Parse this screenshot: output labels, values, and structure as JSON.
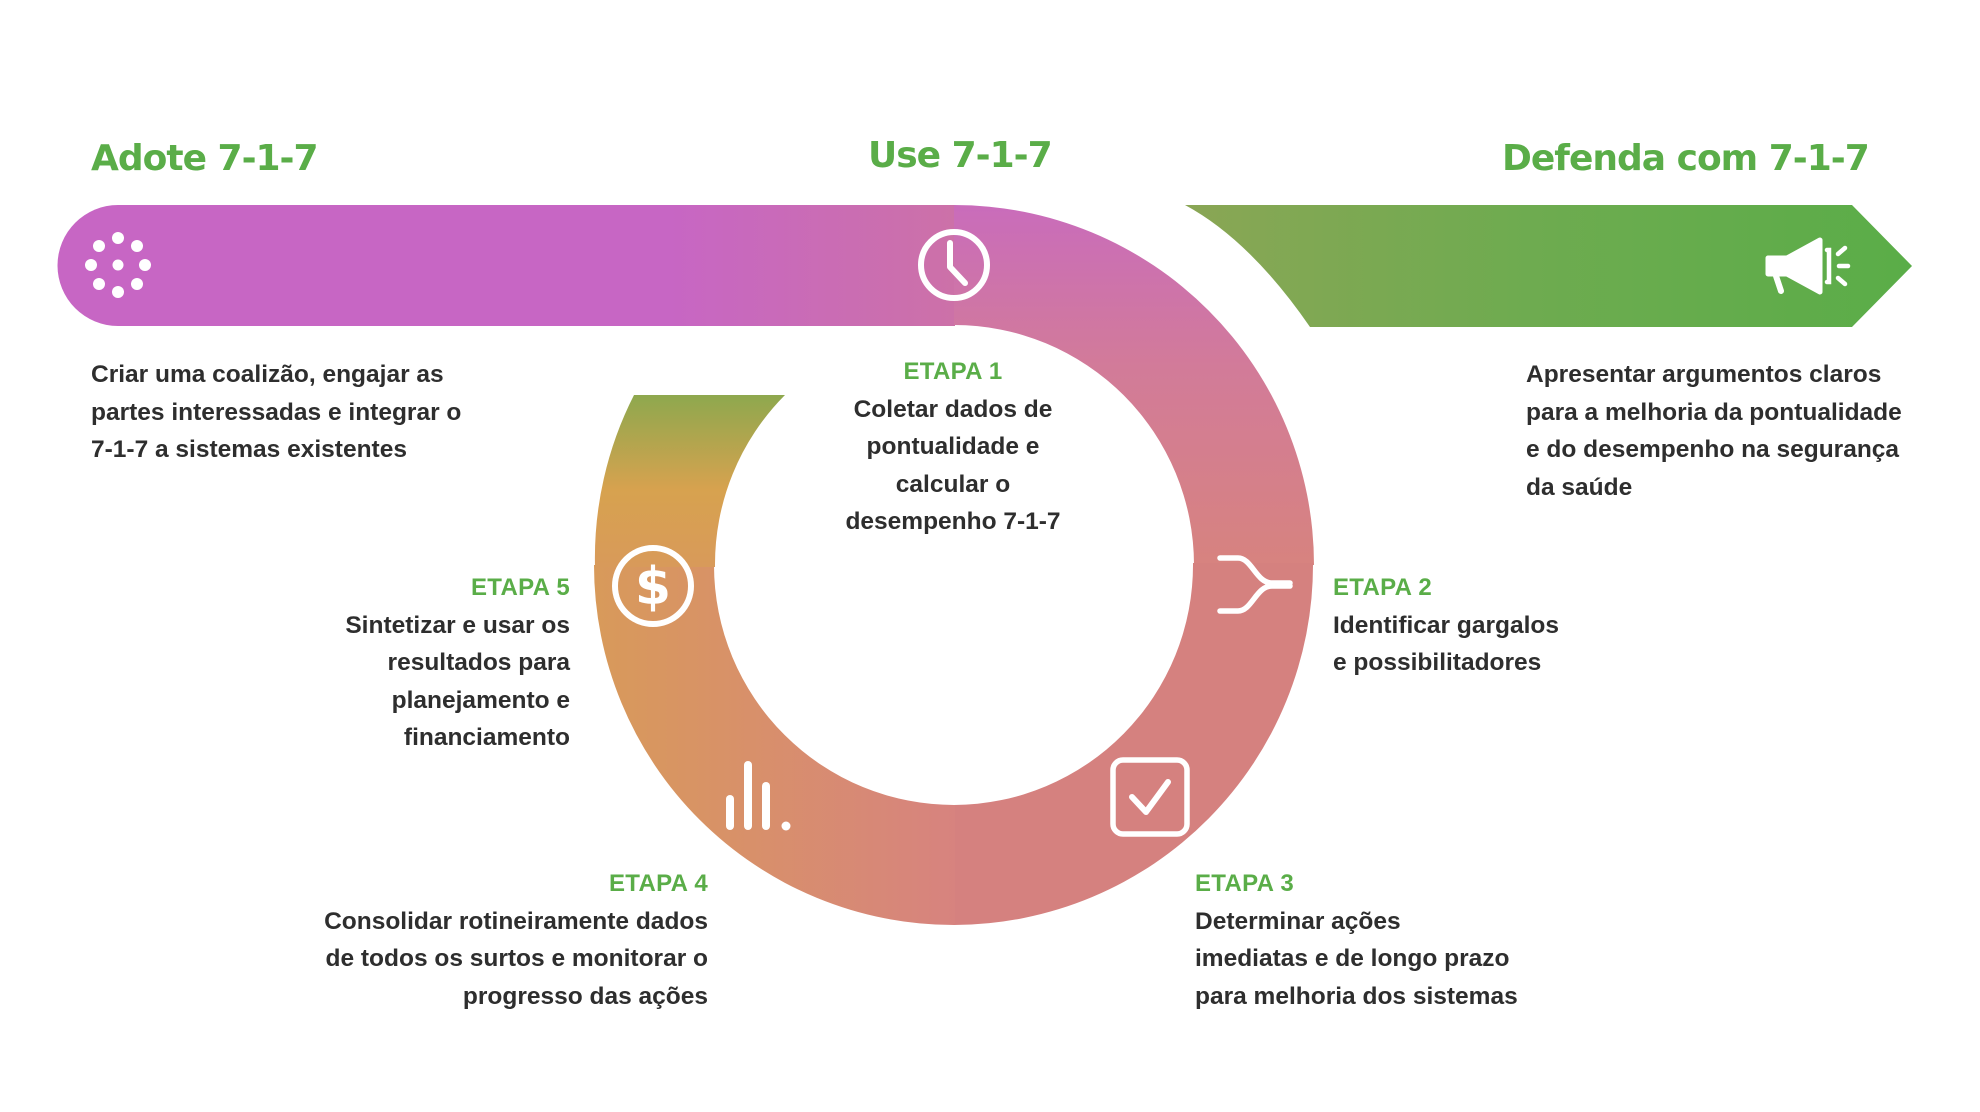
{
  "headings": {
    "adopt": "Adote 7-1-7",
    "use": "Use 7-1-7",
    "defend": "Defenda com 7-1-7"
  },
  "adopt": {
    "description": "Criar uma coalizão, engajar as\npartes interessadas e integrar o\n7-1-7 a sistemas existentes"
  },
  "defend": {
    "description": "Apresentar argumentos claros\npara a melhoria da pontualidade\ne do desempenho na segurança\nda saúde"
  },
  "steps": [
    {
      "label": "ETAPA 1",
      "description": "Coletar dados de\npontualidade e\ncalcular o\ndesempenho 7-1-7",
      "icon": "clock-icon"
    },
    {
      "label": "ETAPA 2",
      "description": "Identificar gargalos\ne possibilitadores",
      "icon": "merge-arrows-icon"
    },
    {
      "label": "ETAPA 3",
      "description": "Determinar ações\nimediatas e de longo prazo\npara melhoria dos sistemas",
      "icon": "checkbox-icon"
    },
    {
      "label": "ETAPA 4",
      "description": "Consolidar rotineiramente dados\nde todos os surtos e monitorar o\nprogresso das ações",
      "icon": "bar-chart-icon"
    },
    {
      "label": "ETAPA 5",
      "description": "Sintetizar e usar os\nresultados para\nplanejamento e\nfinanciamento",
      "icon": "dollar-icon"
    }
  ],
  "icons": {
    "adopt": "dots-circle-icon",
    "defend": "megaphone-icon"
  },
  "colors": {
    "heading_green": "#5aad48",
    "text_dark": "#2e2e2e",
    "band_purple": "#c766c4",
    "ring_pink": "#d57f88",
    "ring_orange": "#d8a050",
    "ring_olive": "#8ea84e",
    "arrow_olive": "#8aa655",
    "arrow_green": "#5aad48"
  }
}
